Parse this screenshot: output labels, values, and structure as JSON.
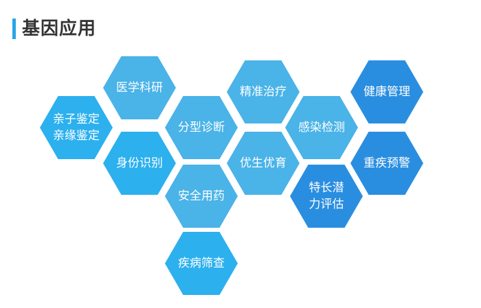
{
  "header": {
    "title": "基因应用"
  },
  "hexagons": [
    {
      "id": "yixue",
      "label": "医学科研"
    },
    {
      "id": "jingzhun",
      "label": "精准治疗"
    },
    {
      "id": "jiankang",
      "label": "健康管理"
    },
    {
      "id": "qinzi",
      "label": "亲子鉴定\n亲缘鉴定"
    },
    {
      "id": "fenxing",
      "label": "分型诊断"
    },
    {
      "id": "ganran",
      "label": "感染检测"
    },
    {
      "id": "shenfen",
      "label": "身份识别"
    },
    {
      "id": "yousheng",
      "label": "优生优育"
    },
    {
      "id": "zhongji",
      "label": "重疾预警"
    },
    {
      "id": "anquan",
      "label": "安全用药"
    },
    {
      "id": "techang",
      "label": "特长潜\n力评估"
    },
    {
      "id": "jibing",
      "label": "疾病筛查"
    }
  ],
  "colors": {
    "accent": "#2aa4e8",
    "sky": "#4ab3e8",
    "cyan": "#2cb0ee",
    "blue": "#2a8ee0",
    "mid": "#3b9fe6"
  }
}
